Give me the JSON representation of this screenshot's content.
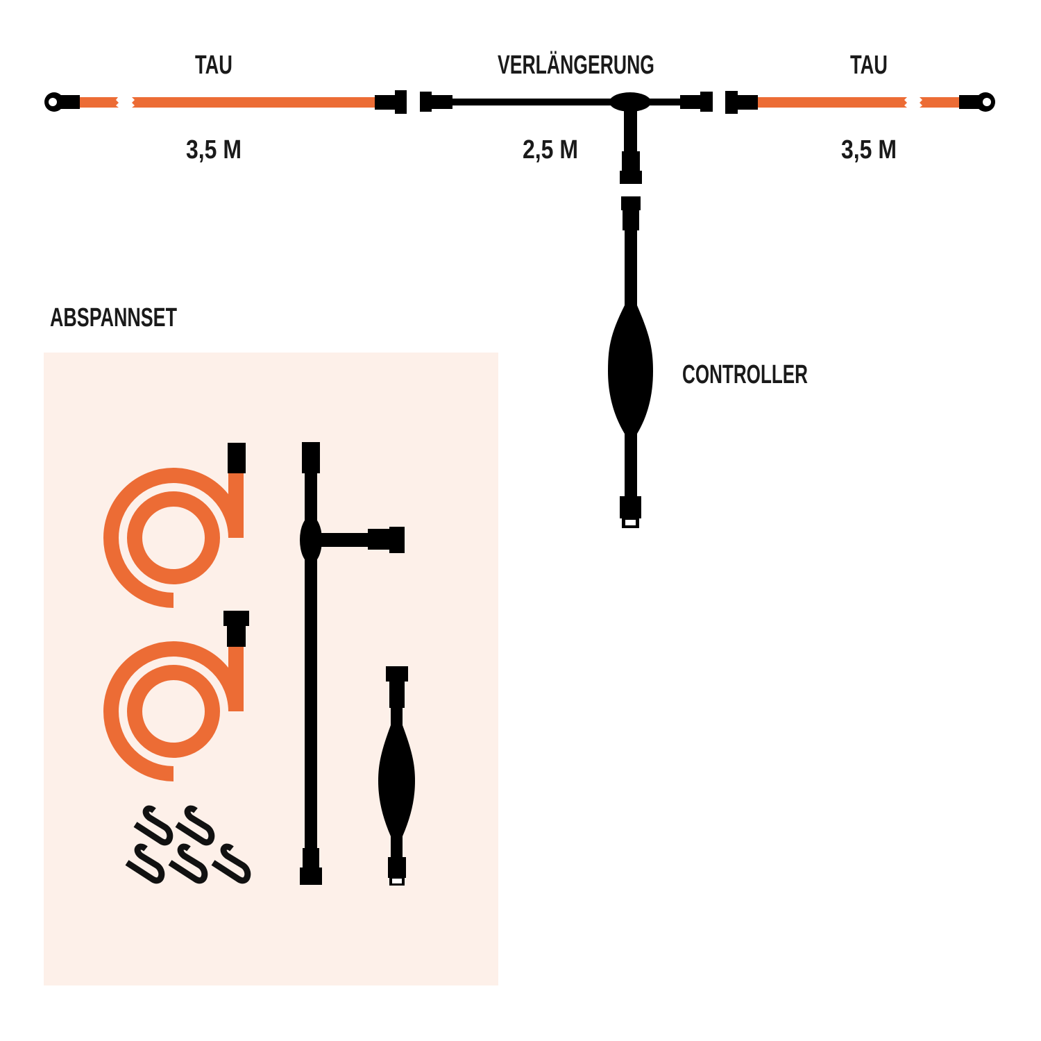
{
  "labels": {
    "tau_left": "TAU",
    "extension": "VERLÄNGERUNG",
    "tau_right": "TAU",
    "tau_left_length": "3,5 M",
    "extension_length": "2,5 M",
    "tau_right_length": "3,5 M",
    "controller": "CONTROLLER",
    "set": "ABSPANNSET"
  },
  "colors": {
    "orange": "#ec6c35",
    "black": "#000000",
    "panel": "#fdf0e9"
  },
  "hook_count": 5
}
